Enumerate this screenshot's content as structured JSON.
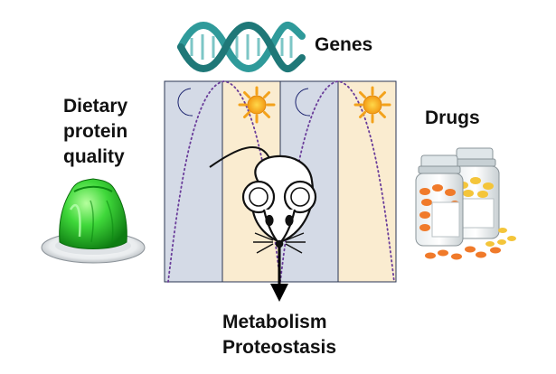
{
  "labels": {
    "genes": "Genes",
    "drugs": "Drugs",
    "diet_line1": "Dietary",
    "diet_line2": "protein",
    "diet_line3": "quality",
    "outcome_line1": "Metabolism",
    "outcome_line2": "Proteostasis"
  },
  "cycle": {
    "phases": [
      "night",
      "day",
      "night",
      "day"
    ],
    "phase_icons": [
      "moon-icon",
      "sun-icon",
      "moon-icon",
      "sun-icon"
    ]
  },
  "icons": [
    "dna-helix-icon",
    "mouse-icon",
    "jelly-dessert-icon",
    "pill-bottles-icon",
    "down-arrow-icon"
  ],
  "colors": {
    "night_panel": "#d4dae6",
    "day_panel": "#faecd0",
    "rhythm_curve": "#6a3d9a",
    "dna": "#2f9a9a",
    "jelly": "#33cc33",
    "moon": "#2a35a8",
    "sun": "#f3a21b",
    "pills": "#f07a2a"
  }
}
